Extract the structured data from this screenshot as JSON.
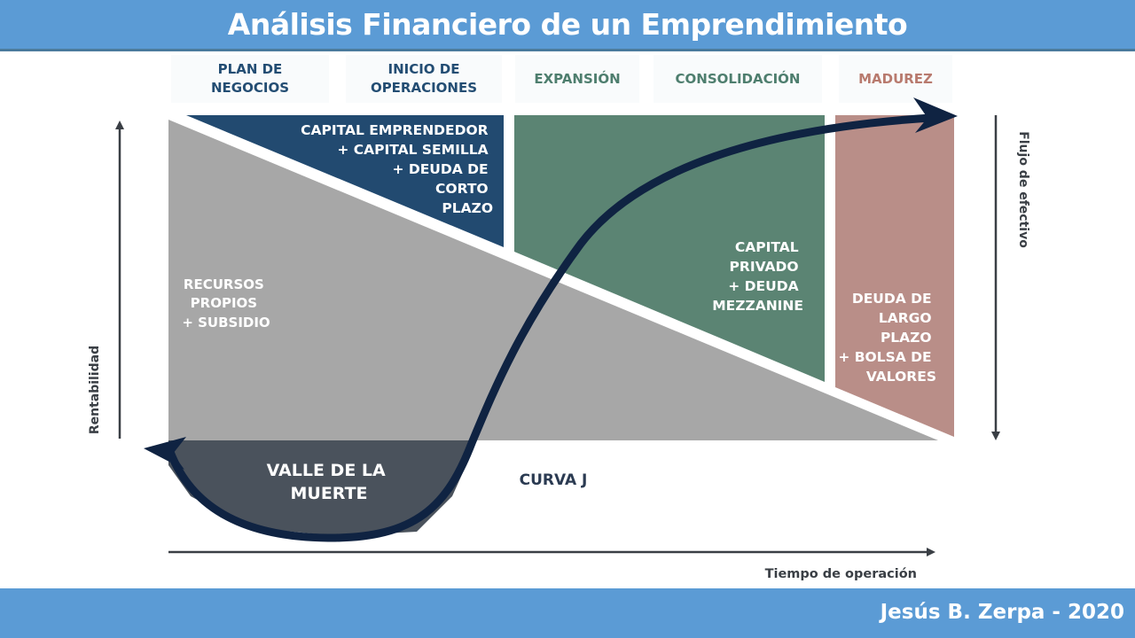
{
  "title": "Análisis Financiero de un Emprendimiento",
  "footer": "Jesús B. Zerpa - 2020",
  "stages": [
    "PLAN DE\nNEGOCIOS",
    "INICIO DE\nOPERACIONES",
    "EXPANSIÓN",
    "CONSOLIDACIÓN",
    "MADUREZ"
  ],
  "blocks": {
    "capital_emprendedor": [
      "CAPITAL EMPRENDEDOR",
      "+ CAPITAL SEMILLA",
      "+ DEUDA DE",
      "CORTO",
      "PLAZO"
    ],
    "recursos_propios": [
      "RECURSOS",
      "PROPIOS",
      "+ SUBSIDIO"
    ],
    "capital_privado": [
      "CAPITAL",
      "PRIVADO",
      "+ DEUDA",
      "MEZZANINE"
    ],
    "deuda_largo_plazo": [
      "DEUDA DE",
      "LARGO",
      "PLAZO",
      "+ BOLSA DE",
      "VALORES"
    ],
    "valle": [
      "VALLE DE LA",
      "MUERTE"
    ]
  },
  "curve_label": "CURVA J",
  "axes": {
    "y_left": "Rentabilidad",
    "y_right": "Flujo de efectivo",
    "x": "Tiempo de operación"
  },
  "colors": {
    "header": "#5b9bd5",
    "navy": "#224a70",
    "green": "#5b8473",
    "rose": "#b98e88",
    "gray": "#a7a7a7",
    "dark": "#4a525c",
    "curve": "#0f2342"
  }
}
